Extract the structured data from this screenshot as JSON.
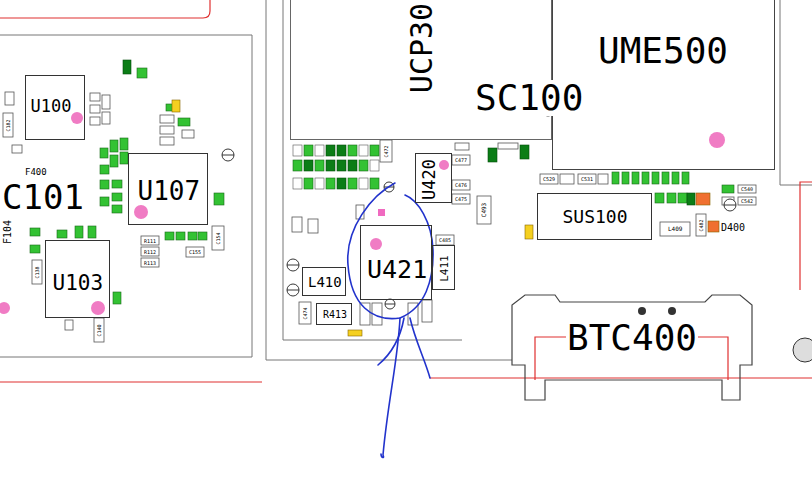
{
  "diagram": {
    "nodes": [
      {
        "text": [
          "UCP30"
        ]
      },
      {
        "text": [
          "UME500"
        ]
      },
      {
        "text": [
          "SUS100"
        ]
      },
      {
        "text": [
          "U100"
        ]
      },
      {
        "text": [
          "U107"
        ]
      },
      {
        "text": [
          "U103"
        ]
      },
      {
        "text": [
          "U421"
        ]
      },
      {
        "text": [
          "U420"
        ]
      },
      {
        "text": [
          "L410"
        ]
      },
      {
        "text": [
          "L411"
        ]
      },
      {
        "text": [
          "R413"
        ]
      },
      {
        "text": [
          "BTC400"
        ]
      }
    ],
    "labels": [
      "SC100",
      "C101",
      "F400",
      "F104",
      "D400",
      "L409",
      "C482",
      "C540",
      "C542",
      "C529",
      "C531",
      "C477",
      "C476",
      "C475",
      "C493",
      "C485",
      "C472",
      "C474",
      "C155",
      "R111",
      "R112",
      "R113",
      "C154",
      "C140",
      "C138",
      "C182"
    ]
  }
}
